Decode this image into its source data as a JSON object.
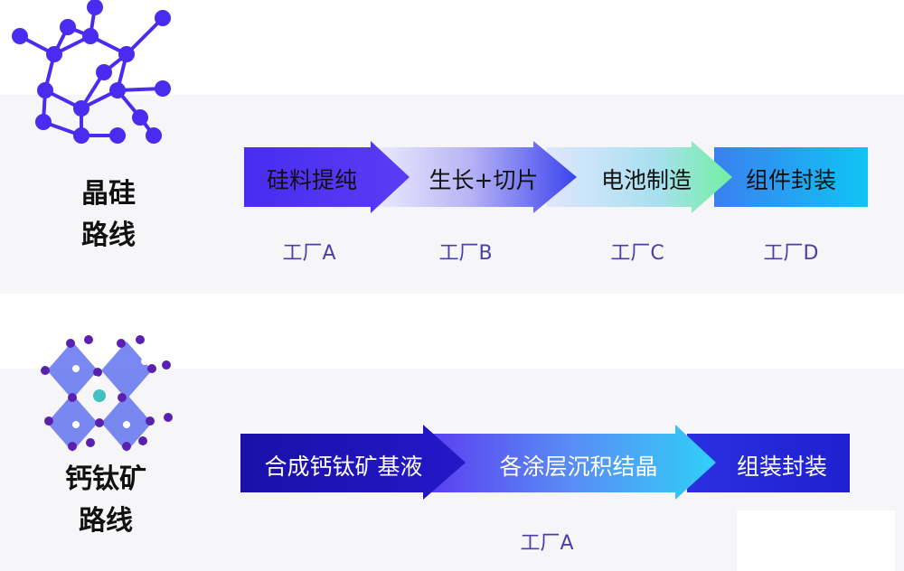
{
  "silicon": {
    "route_label": [
      "晶硅",
      "路线"
    ],
    "steps": [
      "硅料提纯",
      "生长+切片",
      "电池制造",
      "组件封装"
    ],
    "factories": [
      "工厂A",
      "工厂B",
      "工厂C",
      "工厂D"
    ]
  },
  "perovskite": {
    "route_label": [
      "钙钛矿",
      "路线"
    ],
    "steps": [
      "合成钙钛矿基液",
      "各涂层沉积结晶",
      "组装封装"
    ],
    "factories": [
      "工厂A"
    ]
  },
  "colors": {
    "primary": "#4b2bf0",
    "cyan": "#10c8f0",
    "green": "#6ef0a0",
    "navy": "#1a0fb0",
    "factory_text": "#4a3fa8"
  }
}
